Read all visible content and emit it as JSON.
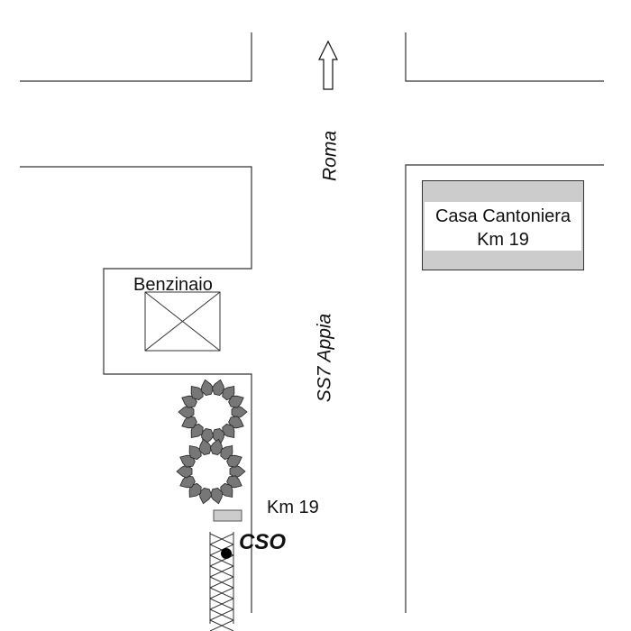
{
  "map": {
    "street_north_label": "Roma",
    "street_main_label": "SS7 Appia",
    "petrol_station_label": "Benzinaio",
    "casa_cantoniera": {
      "line1": "Casa Cantoniera",
      "line2": "Km 19"
    },
    "km_marker_label": "Km 19",
    "site_label": "CSO",
    "colors": {
      "lines": "#333333",
      "building_fill": "#cccccc",
      "trees": "#777777",
      "site_dot": "#000000"
    },
    "icons": [
      "north-arrow-icon",
      "building-cross-icon",
      "tree-icon",
      "tree-icon",
      "km-marker-icon",
      "site-dot-icon",
      "fence-icon"
    ]
  }
}
